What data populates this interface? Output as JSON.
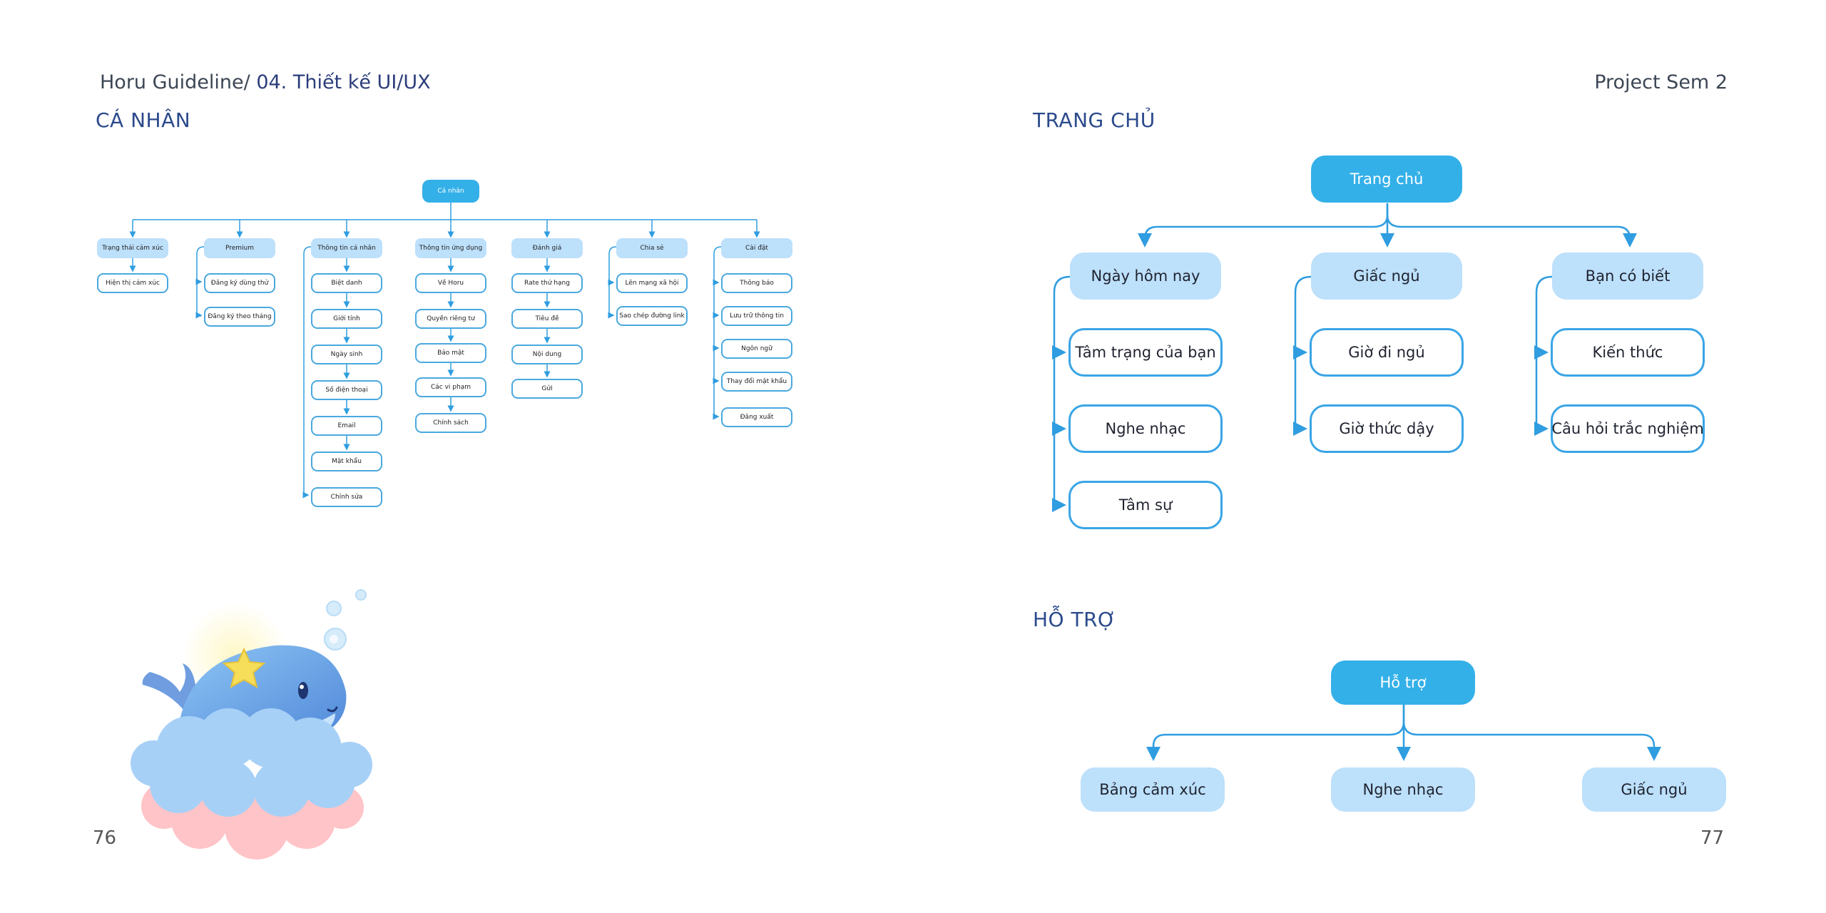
{
  "header": {
    "breadcrumb_prefix": "Horu Guideline/",
    "breadcrumb_current": " 04. Thiết kế UI/UX",
    "project": "Project Sem 2"
  },
  "left_page": {
    "section_title": "CÁ NHÂN",
    "page_number": "76",
    "sitemap": {
      "root": "Cá nhân",
      "columns": [
        {
          "title": "Trạng thái cảm xúc",
          "items": [
            "Hiện thị cảm xúc"
          ]
        },
        {
          "title": "Premium",
          "items": [
            "Đăng ký dùng thử",
            "Đăng ký theo tháng"
          ]
        },
        {
          "title": "Thông tin cá nhân",
          "items": [
            "Biệt danh",
            "Giới tính",
            "Ngày sinh",
            "Số điện thoại",
            "Email",
            "Mật khẩu",
            "Chỉnh sửa"
          ]
        },
        {
          "title": "Thông tin ứng dụng",
          "items": [
            "Về Horu",
            "Quyền riêng tư",
            "Bảo mật",
            "Các vi phạm",
            "Chính sách"
          ]
        },
        {
          "title": "Đánh giá",
          "items": [
            "Rate thứ hạng",
            "Tiêu đề",
            "Nội dung",
            "Gửi"
          ]
        },
        {
          "title": "Chia sẻ",
          "items": [
            "Lên mạng xã hội",
            "Sao chép đường link"
          ]
        },
        {
          "title": "Cài đặt",
          "items": [
            "Thông báo",
            "Lưu trữ thông tin",
            "Ngôn ngữ",
            "Thay đổi mật khẩu",
            "Đăng xuất"
          ]
        }
      ]
    },
    "colors": {
      "accent": "#34b0e8",
      "header_fill": "#bde0fb",
      "line": "#2f9de0"
    }
  },
  "right_page": {
    "page_number": "77",
    "home": {
      "section_title": "TRANG CHỦ",
      "root": "Trang chủ",
      "columns": [
        {
          "title": "Ngày hôm nay",
          "items": [
            "Tâm trạng của bạn",
            "Nghe nhạc",
            "Tâm sự"
          ]
        },
        {
          "title": "Giấc ngủ",
          "items": [
            "Giờ đi ngủ",
            "Giờ thức dậy"
          ]
        },
        {
          "title": "Bạn có biết",
          "items": [
            "Kiến thức",
            "Câu hỏi trắc nghiệm"
          ]
        }
      ]
    },
    "support": {
      "section_title": "HỖ TRỢ",
      "root": "Hỗ trợ",
      "children": [
        "Bảng cảm xúc",
        "Nghe nhạc",
        "Giấc ngủ"
      ]
    }
  }
}
